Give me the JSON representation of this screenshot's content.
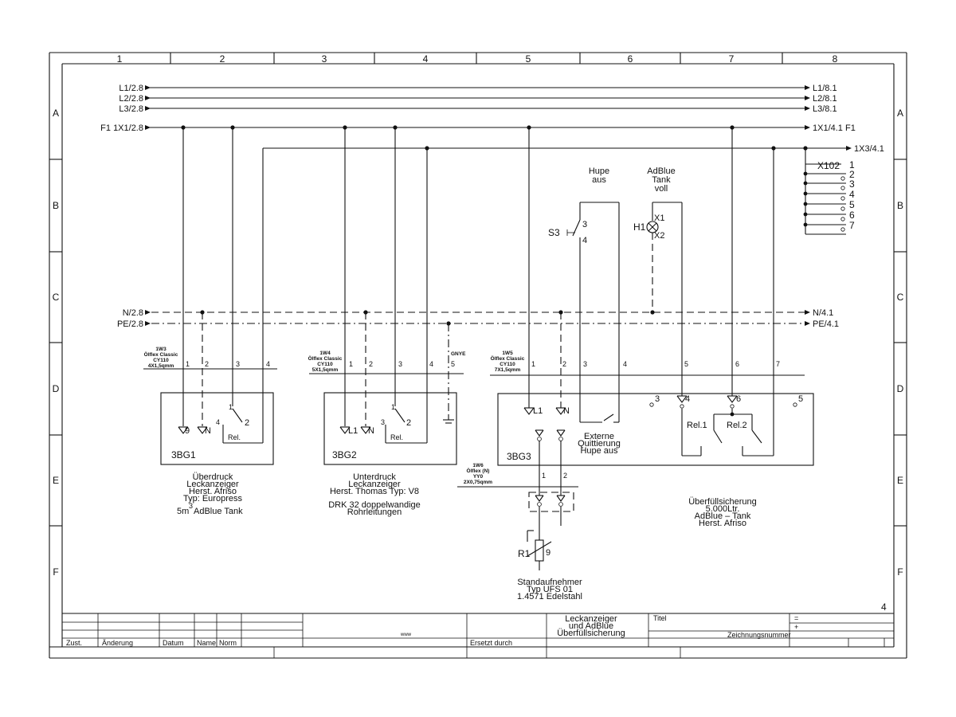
{
  "border": {
    "columns": [
      "1",
      "2",
      "3",
      "4",
      "5",
      "6",
      "7",
      "8"
    ],
    "rows": [
      "A",
      "B",
      "C",
      "D",
      "E",
      "F"
    ]
  },
  "signals": {
    "l1_in": "L1/2.8",
    "l2_in": "L2/2.8",
    "l3_in": "L3/2.8",
    "f1_in": "F1  1X1/2.8",
    "l1_out": "L1/8.1",
    "l2_out": "L2/8.1",
    "l3_out": "L3/8.1",
    "f1_out": "1X1/4.1  F1",
    "x3_out": "1X3/4.1",
    "n_in": "N/2.8",
    "pe_in": "PE/2.8",
    "n_out": "N/4.1",
    "pe_out": "PE/4.1"
  },
  "terminal_strip": {
    "name": "X102",
    "terminals": [
      "1",
      "2",
      "3",
      "4",
      "5",
      "6",
      "7"
    ]
  },
  "top_devices": {
    "horn_label_1": "Hupe",
    "horn_label_2": "aus",
    "lamp_label_1": "AdBlue",
    "lamp_label_2": "Tank",
    "lamp_label_3": "voll",
    "switch_name": "S3",
    "switch_t3": "3",
    "switch_t4": "4",
    "lamp_name": "H1",
    "lamp_x1": "X1",
    "lamp_x2": "X2"
  },
  "cables": [
    {
      "id": "1W3",
      "l1": "1W3",
      "l2": "Ölflex Classic",
      "l3": "CY110",
      "l4": "4X1,5qmm",
      "cores": [
        "1",
        "2",
        "3",
        "4"
      ]
    },
    {
      "id": "1W4",
      "l1": "1W4",
      "l2": "Ölflex Classic",
      "l3": "CY110",
      "l4": "5X1,5qmm",
      "cores": [
        "1",
        "2",
        "3",
        "4",
        "5"
      ],
      "gnye": "GNYE"
    },
    {
      "id": "1W5",
      "l1": "1W5",
      "l2": "Ölflex Classic",
      "l3": "CY110",
      "l4": "7X1,5qmm",
      "cores": [
        "1",
        "2",
        "3",
        "4",
        "5",
        "6",
        "7"
      ]
    },
    {
      "id": "1W6",
      "l1": "1W6",
      "l2": "Ölflex (N)",
      "l3": "YY0",
      "l4": "2X0,75qmm",
      "cores": [
        "1",
        "2"
      ]
    }
  ],
  "devices": {
    "bg1": {
      "name": "3BG1",
      "t9": "9",
      "tn": "N",
      "t4": "4",
      "t1": "1",
      "t2": "2",
      "rel": "Rel.",
      "desc": [
        "Überdruck",
        "Leckanzeiger",
        "Herst. Afriso",
        "Typ: Europress"
      ],
      "tank_pre": "5m",
      "tank_sup": "3",
      "tank_post": "AdBlue Tank"
    },
    "bg2": {
      "name": "3BG2",
      "tl1": "L1",
      "tn": "N",
      "t3": "3",
      "t1": "1",
      "t2": "2",
      "rel": "Rel.",
      "desc": [
        "Unterdruck",
        "Leckanzeiger",
        "Herst. Thomas Typ: V8"
      ],
      "desc2": [
        "DRK 32 doppelwandige",
        "Rohrleitungen"
      ]
    },
    "bg3": {
      "name": "3BG3",
      "tl1": "L1",
      "tn": "N",
      "t3": "3",
      "t4": "4",
      "t6": "6",
      "t5": "5",
      "rel1": "Rel.1",
      "rel2": "Rel.2",
      "ext": [
        "Externe",
        "Quittierung",
        "Hupe aus"
      ],
      "desc": [
        "Überfüllsicherung",
        "5.000Ltr.",
        "AdBlue – Tank",
        "Herst. Afriso"
      ]
    },
    "r1": {
      "name": "R1",
      "t9": "9",
      "desc": [
        "Standaufnehmer",
        "Typ UFS 01",
        "1.4571 Edelstahl"
      ]
    }
  },
  "title_block": {
    "page_marker": "4",
    "zust": "Zust.",
    "aenderung": "Änderung",
    "datum": "Datum",
    "name": "Name",
    "norm": "Norm",
    "ersetzt": "Ersetzt durch",
    "mark": "ʷʷʷ",
    "title_lines": [
      "Leckanzeiger",
      "und AdBlue",
      "Überfüllsicherung"
    ],
    "titel": "Titel",
    "zeichnungsnummer": "Zeichnungsnummer",
    "eq": "=",
    "plus": "+"
  }
}
